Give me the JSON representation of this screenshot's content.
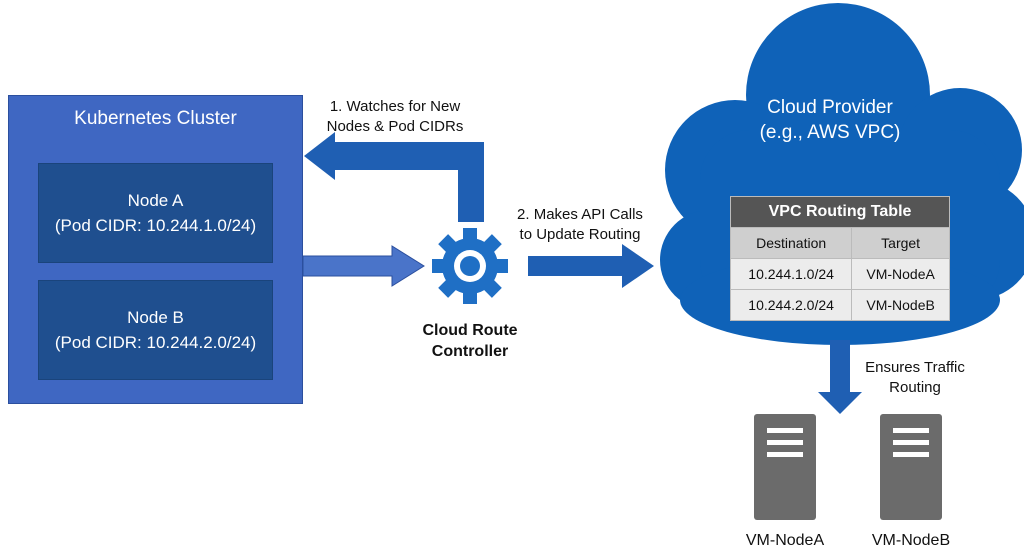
{
  "colors": {
    "cluster_bg": "#3f67c2",
    "node_bg": "#1f4f8f",
    "arrow": "#1f5fb3",
    "cloud": "#0f62b8",
    "table_header": "#555555",
    "server": "#666666"
  },
  "cluster": {
    "title": "Kubernetes Cluster",
    "nodes": [
      {
        "name": "Node A",
        "cidr": "(Pod CIDR: 10.244.1.0/24)"
      },
      {
        "name": "Node B",
        "cidr": "(Pod CIDR: 10.244.2.0/24)"
      }
    ]
  },
  "controller": {
    "icon": "gear-icon",
    "label_line1": "Cloud Route",
    "label_line2": "Controller"
  },
  "steps": {
    "step1_line1": "1. Watches for New",
    "step1_line2": "Nodes & Pod CIDRs",
    "step2_line1": "2. Makes API Calls",
    "step2_line2": "to Update Routing"
  },
  "cloud": {
    "title_line1": "Cloud Provider",
    "title_line2": "(e.g., AWS VPC)",
    "table": {
      "caption": "VPC Routing Table",
      "headers": [
        "Destination",
        "Target"
      ],
      "rows": [
        [
          "10.244.1.0/24",
          "VM-NodeA"
        ],
        [
          "10.244.2.0/24",
          "VM-NodeB"
        ]
      ]
    }
  },
  "traffic": {
    "line1": "Ensures Traffic",
    "line2": "Routing"
  },
  "vms": [
    {
      "label": "VM-NodeA",
      "icon": "server-icon"
    },
    {
      "label": "VM-NodeB",
      "icon": "server-icon"
    }
  ]
}
